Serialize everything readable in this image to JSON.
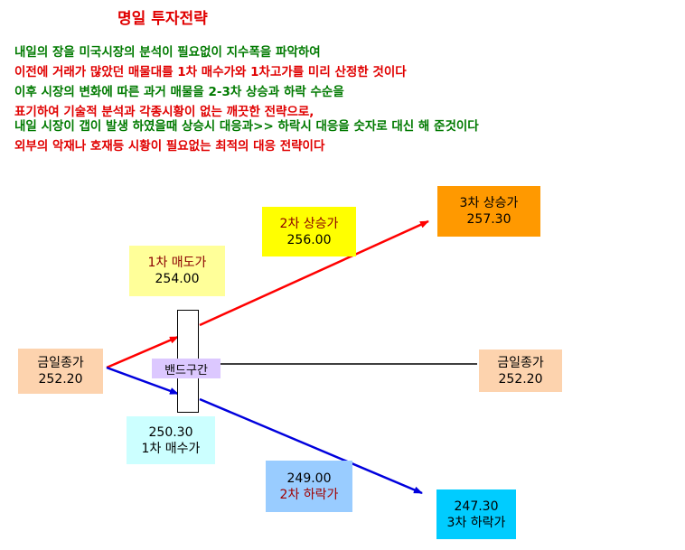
{
  "title": "명일 투자전략",
  "description_lines": [
    {
      "text": "내일의 장을 미국시장의 분석이 필요없이 지수폭을 파악하여",
      "color": "#007a00"
    },
    {
      "text": "이전에 거래가 많았던 매물대를 1차 매수가와 1차고가를 미리 산정한 것이다",
      "color": "#e00000"
    },
    {
      "text": "이후 시장의 변화에 따른 과거 매물을 2-3차 상승과 하락 수순을",
      "color": "#007a00"
    },
    {
      "text": "표기하여 기술적  분석과 각종시황이 없는 깨끗한 전략으로,",
      "color": "#e00000"
    },
    {
      "text": "내일 시장이 갭이 발생 하였을때 상승시 대응과>> 하락시 대응을 숫자로 대신 해 준것이다",
      "color": "#007a00"
    },
    {
      "text": "외부의 악재나 호재등  시황이 필요없는 최적의 대응 전략이다",
      "color": "#e00000"
    }
  ],
  "diagram": {
    "today_close_left": {
      "label": "금일종가",
      "value": "252.20",
      "color": "#fdd3ae"
    },
    "today_close_right": {
      "label": "금일종가",
      "value": "252.20",
      "color": "#fdd3ae"
    },
    "sell1": {
      "label": "1차 매도가",
      "value": "254.00",
      "color": "#ffff99"
    },
    "rise2": {
      "label": "2차 상승가",
      "value": "256.00",
      "color": "#ffff00"
    },
    "rise3": {
      "label": "3차 상승가",
      "value": "257.30",
      "color": "#ff9900"
    },
    "buy1": {
      "label": "1차 매수가",
      "value": "250.30",
      "color": "#ccffff"
    },
    "fall2": {
      "label": "2차 하락가",
      "value": "249.00",
      "color": "#99ccff"
    },
    "fall3": {
      "label": "3차 하락가",
      "value": "247.30",
      "color": "#00ccff"
    },
    "band": {
      "label": "밴드구간",
      "color": "#dcc8ff"
    },
    "colors": {
      "up_arrow": "#ff0000",
      "down_arrow": "#0000dd",
      "flat_line": "#000000"
    }
  }
}
